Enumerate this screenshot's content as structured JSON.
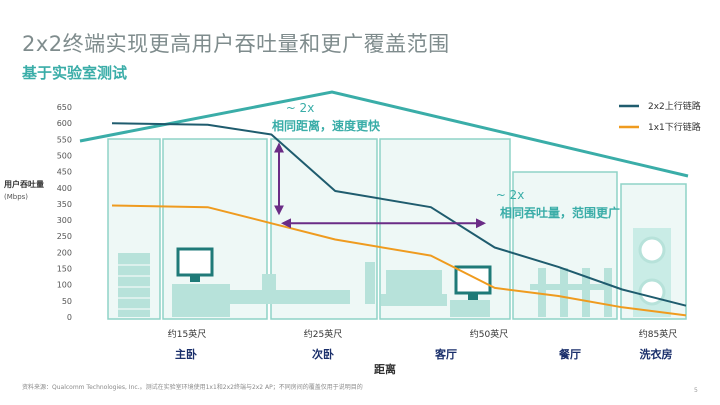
{
  "title": "2x2终端实现更高用户吞吐量和更广覆盖范围",
  "subtitle": "基于实验室测试",
  "footnote": "资料来源：Qualcomm Technologies, Inc.。测试在实验室环境使用1x1和2x2终端与2x2 AP；不同房间的覆盖仅用于说明目的",
  "page_number": "5",
  "colors": {
    "series_2x2": "#1f5c6e",
    "series_1x1": "#ef9b1f",
    "accent_teal": "#3aada8",
    "arrow_purple": "#6a2c86",
    "room_fill": "#eef8f6",
    "room_stroke": "#8fd3c7",
    "furniture": "#b7e2da"
  },
  "chart_data": {
    "type": "line",
    "ylabel": "用户吞吐量",
    "ylabel_unit": "(Mbps)",
    "xlabel": "距离",
    "ylim": [
      0,
      650
    ],
    "yticks": [
      0,
      50,
      100,
      150,
      200,
      250,
      300,
      350,
      400,
      450,
      500,
      550,
      600,
      650
    ],
    "distance_markers": [
      {
        "label": "约15英尺",
        "x": 15
      },
      {
        "label": "约25英尺",
        "x": 25
      },
      {
        "label": "约50英尺",
        "x": 50
      },
      {
        "label": "约85英尺",
        "x": 85
      }
    ],
    "rooms": [
      "主卧",
      "次卧",
      "客厅",
      "餐厅",
      "洗衣房"
    ],
    "series": [
      {
        "name": "2x2上行链路",
        "x": [
          0,
          15,
          25,
          35,
          50,
          60,
          70,
          80,
          90
        ],
        "values": [
          600,
          595,
          565,
          390,
          340,
          215,
          155,
          85,
          35
        ]
      },
      {
        "name": "1x1下行链路",
        "x": [
          0,
          15,
          25,
          35,
          50,
          60,
          70,
          80,
          90
        ],
        "values": [
          345,
          340,
          290,
          240,
          190,
          90,
          65,
          30,
          5
        ]
      }
    ],
    "annotations": [
      {
        "line1": "~ 2x",
        "line2": "相同距离，速度更快"
      },
      {
        "line1": "~ 2x",
        "line2": "相同吞吐量，范围更广"
      }
    ]
  }
}
